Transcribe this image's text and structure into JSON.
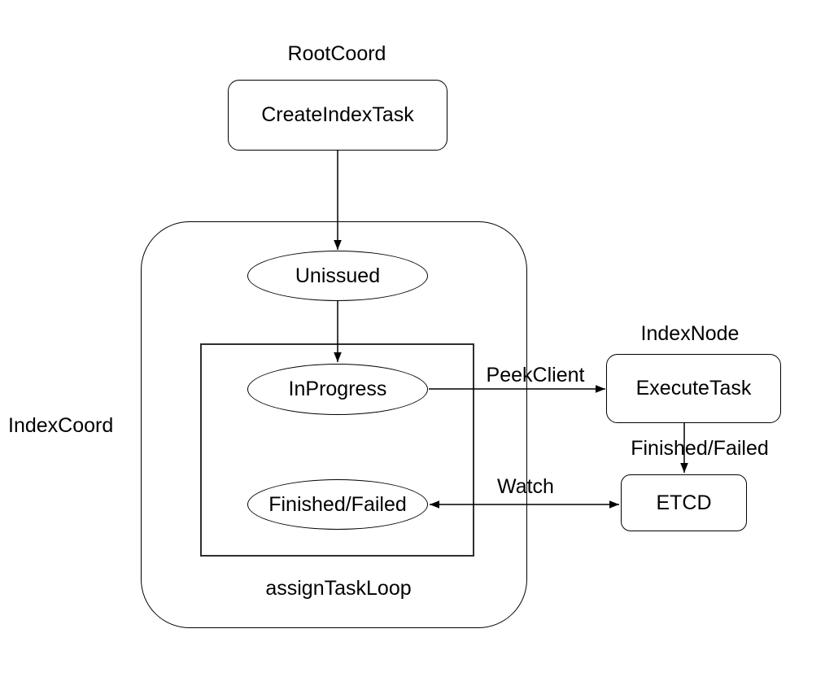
{
  "diagram": {
    "colors": {
      "background": "#ffffff",
      "stroke": "#000000",
      "text": "#000000"
    },
    "groups": {
      "index_coord": {
        "label": "IndexCoord"
      },
      "assign_task_loop": {
        "label": "assignTaskLoop"
      }
    },
    "section_labels": {
      "root_coord": "RootCoord",
      "index_node": "IndexNode"
    },
    "nodes": {
      "create_index_task": {
        "label": "CreateIndexTask",
        "shape": "rounded-rect"
      },
      "unissued": {
        "label": "Unissued",
        "shape": "ellipse"
      },
      "in_progress": {
        "label": "InProgress",
        "shape": "ellipse"
      },
      "finished_failed": {
        "label": "Finished/Failed",
        "shape": "ellipse"
      },
      "execute_task": {
        "label": "ExecuteTask",
        "shape": "rounded-rect"
      },
      "etcd": {
        "label": "ETCD",
        "shape": "rounded-rect"
      }
    },
    "edges": {
      "create_to_unissued": {
        "from": "create_index_task",
        "to": "unissued",
        "label": ""
      },
      "unissued_to_in_progress": {
        "from": "unissued",
        "to": "in_progress",
        "label": ""
      },
      "peek_client": {
        "from": "in_progress",
        "to": "execute_task",
        "label": "PeekClient"
      },
      "execute_to_etcd": {
        "from": "execute_task",
        "to": "etcd",
        "label": "Finished/Failed"
      },
      "watch": {
        "from": "etcd",
        "to": "finished_failed",
        "label": "Watch",
        "bidirectional": true
      }
    }
  }
}
